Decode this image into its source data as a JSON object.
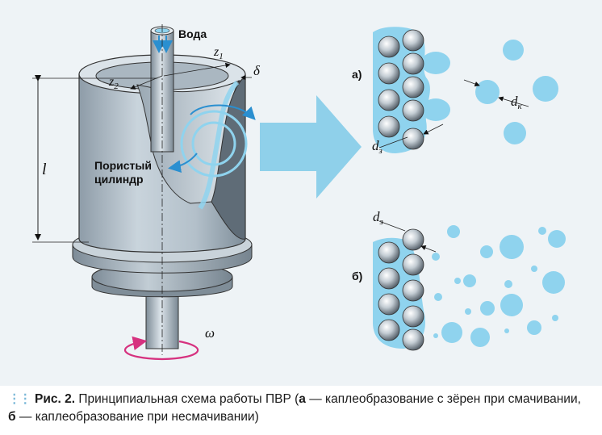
{
  "labels": {
    "water": "Вода",
    "cylinder_line1": "Пористый",
    "cylinder_line2": "цилиндр",
    "z1": "z",
    "z1_sub": "1",
    "z2": "z",
    "z2_sub": "2",
    "delta": "δ",
    "length": "l",
    "omega": "ω",
    "case_a": "а)",
    "case_b": "б)",
    "dk": "d",
    "dk_sub": "к",
    "dz_a": "d",
    "dz_a_sub": "з",
    "dz_b": "d",
    "dz_b_sub": "з"
  },
  "caption": {
    "fig_label": "Рис. 2.",
    "title": "Принципиальная схема работы ПВР (",
    "a_letter": "а",
    "a_text": " — каплеобразование с зёрен при смачивании,",
    "b_letter": "б",
    "b_text": " — каплеобразование при несмачивании)"
  },
  "colors": {
    "background": "#eef3f6",
    "drop": "#8fd3ee",
    "arrow": "#8fd0ea",
    "cylinder": "#b7c4ce",
    "rotation_arrow": "#d6317f",
    "flow_arrow": "#2a8fd0"
  }
}
